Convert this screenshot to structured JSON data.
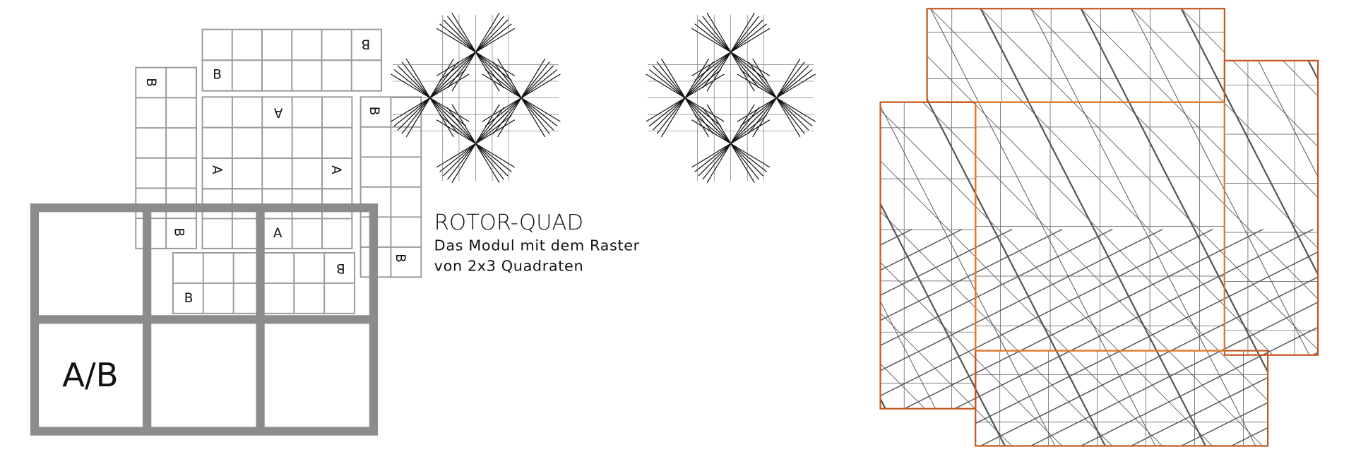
{
  "title": "ROTOR-QUAD",
  "subtitle_line1": "Das Modul mit dem Raster",
  "subtitle_line2": "von 2x3 Quadraten",
  "frame_label": "A/B",
  "labels": {
    "b1": "B",
    "b2": "B",
    "b3": "B",
    "b4": "B",
    "b5": "B",
    "b6": "B",
    "b7": "B",
    "b8": "B",
    "a1": "A",
    "a2": "A",
    "a3": "A",
    "a4": "A"
  },
  "colors": {
    "module_gray": "#9a9a9a",
    "frame_gray": "#8c8c8c",
    "orange": "#c2561c",
    "orange_light": "#e07a2a",
    "line_gray": "#555555"
  }
}
